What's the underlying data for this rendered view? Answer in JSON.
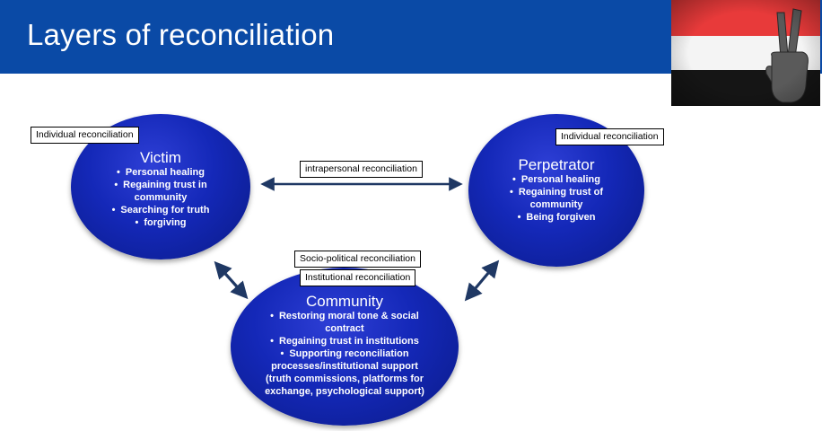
{
  "title": "Layers of reconciliation",
  "colors": {
    "header": "#0a4aa6",
    "ellipse": "#1428b8",
    "arrow": "#1f3864"
  },
  "victim": {
    "title": "Victim",
    "items": [
      "Personal healing",
      "Regaining trust in",
      "community",
      "Searching for truth",
      "forgiving"
    ],
    "label": "Individual reconciliation"
  },
  "perpetrator": {
    "title": "Perpetrator",
    "items": [
      "Personal healing",
      "Regaining trust of",
      "community",
      "Being forgiven"
    ],
    "label": "Individual reconciliation"
  },
  "community": {
    "title": "Community",
    "items": [
      "Restoring moral tone & social",
      "contract",
      "Regaining trust in institutions",
      "Supporting reconciliation",
      "processes/institutional support",
      "(truth commissions, platforms for",
      "exchange, psychological support)"
    ],
    "label_socio": "Socio-political reconciliation",
    "label_institutional": "Institutional reconciliation"
  },
  "links": {
    "intrapersonal_label": "intrapersonal reconciliation"
  },
  "image": {
    "icon": "peace-sign-flag-icon"
  }
}
